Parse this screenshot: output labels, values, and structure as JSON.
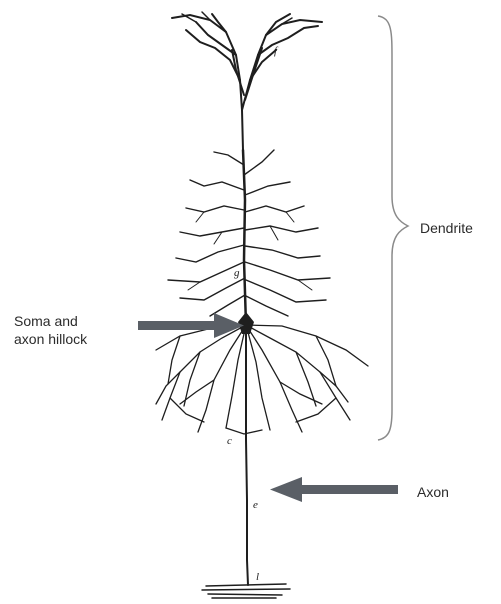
{
  "labels": {
    "dendrite": "Dendrite",
    "soma_line1": "Soma and",
    "soma_line2": "axon hillock",
    "axon": "Axon"
  },
  "point_letters": {
    "top": "f",
    "middle": "g",
    "lower": "c",
    "axon_mark": "e",
    "bottom": "l"
  },
  "colors": {
    "ink": "#1e1e1e",
    "arrow": "#5a5f66",
    "brace": "#8a8a8a",
    "text": "#2b2b2b"
  }
}
